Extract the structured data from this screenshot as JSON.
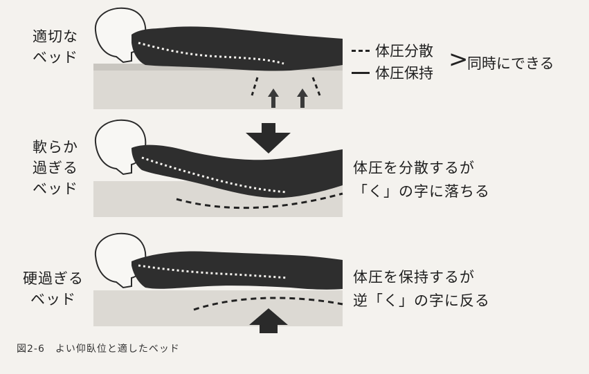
{
  "rows": [
    {
      "label_lines": [
        "適切な",
        "ベッド"
      ]
    },
    {
      "label_lines": [
        "軟らか",
        "過ぎる",
        "ベッド"
      ],
      "desc_lines": [
        "体圧を分散するが",
        "「く」の字に落ちる"
      ]
    },
    {
      "label_lines": [
        "硬過ぎる",
        "ベッド"
      ],
      "desc_lines": [
        "体圧を保持するが",
        "逆「く」の字に反る"
      ]
    }
  ],
  "legend": {
    "dashed_label": "体圧分散",
    "solid_label": "体圧保持",
    "result": "同時にできる"
  },
  "caption": "図2-6　よい仰臥位と適したベッド",
  "colors": {
    "body": "#2e2e2e",
    "mattress": "#d9d6d0",
    "background": "#f4f2ee",
    "line": "#222222"
  }
}
